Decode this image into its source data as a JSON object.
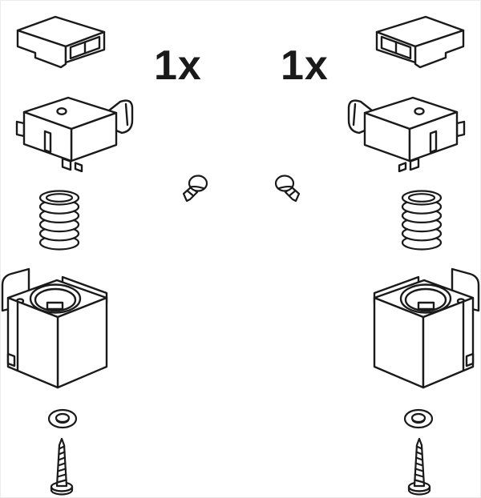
{
  "diagram": {
    "type": "hardware-parts-assembly-diagram",
    "background_color": "#ffffff",
    "line_color": "#1a1a1a"
  },
  "labels": {
    "left_quantity": "1x",
    "right_quantity": "1x"
  },
  "parts": {
    "left_column": [
      "end-cap",
      "mounting-clip",
      "coil-spring",
      "hinge-cup-housing",
      "washer",
      "screw"
    ],
    "right_column": [
      "end-cap",
      "mounting-clip",
      "coil-spring",
      "hinge-cup-housing",
      "washer",
      "screw"
    ],
    "center": [
      "rivet-pin-left",
      "rivet-pin-right"
    ]
  }
}
